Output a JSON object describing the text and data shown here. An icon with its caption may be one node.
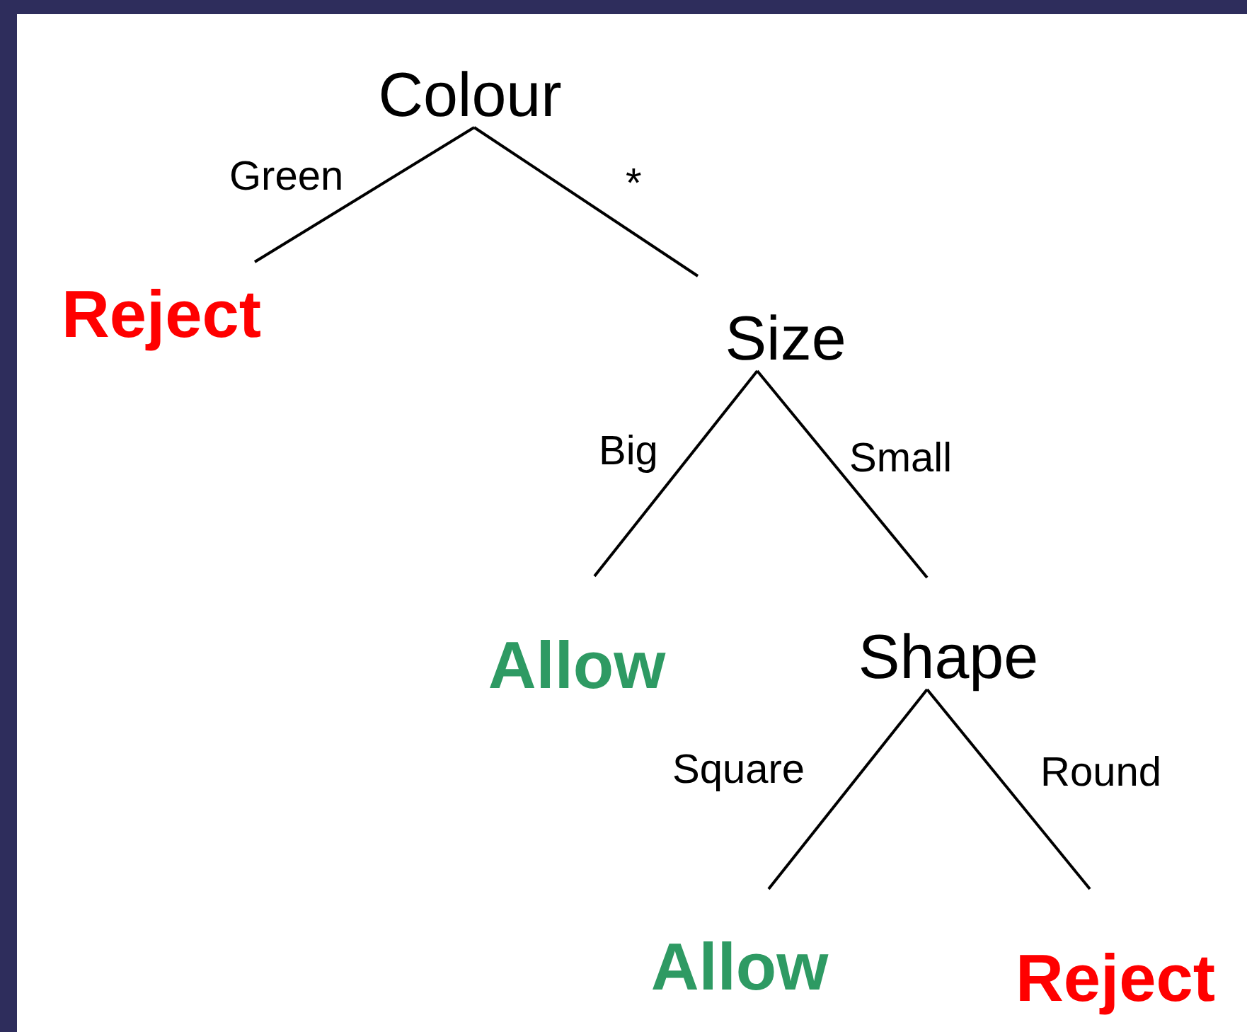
{
  "diagram": {
    "nodes": [
      {
        "text": [
          "Colour"
        ]
      },
      {
        "text": [
          "Reject"
        ]
      },
      {
        "text": [
          "Size"
        ]
      },
      {
        "text": [
          "Allow"
        ]
      },
      {
        "text": [
          "Shape"
        ]
      },
      {
        "text": [
          "Allow"
        ]
      },
      {
        "text": [
          "Reject"
        ]
      }
    ],
    "edges": [
      {
        "from": 0,
        "to": 1,
        "arrow": "none",
        "label": "Green"
      },
      {
        "from": 0,
        "to": 2,
        "arrow": "none",
        "label": "*"
      },
      {
        "from": 2,
        "to": 3,
        "arrow": "none",
        "label": "Big"
      },
      {
        "from": 2,
        "to": 4,
        "arrow": "none",
        "label": "Small"
      },
      {
        "from": 4,
        "to": 5,
        "arrow": "none",
        "label": "Square"
      },
      {
        "from": 4,
        "to": 6,
        "arrow": "none",
        "label": "Round"
      }
    ]
  }
}
